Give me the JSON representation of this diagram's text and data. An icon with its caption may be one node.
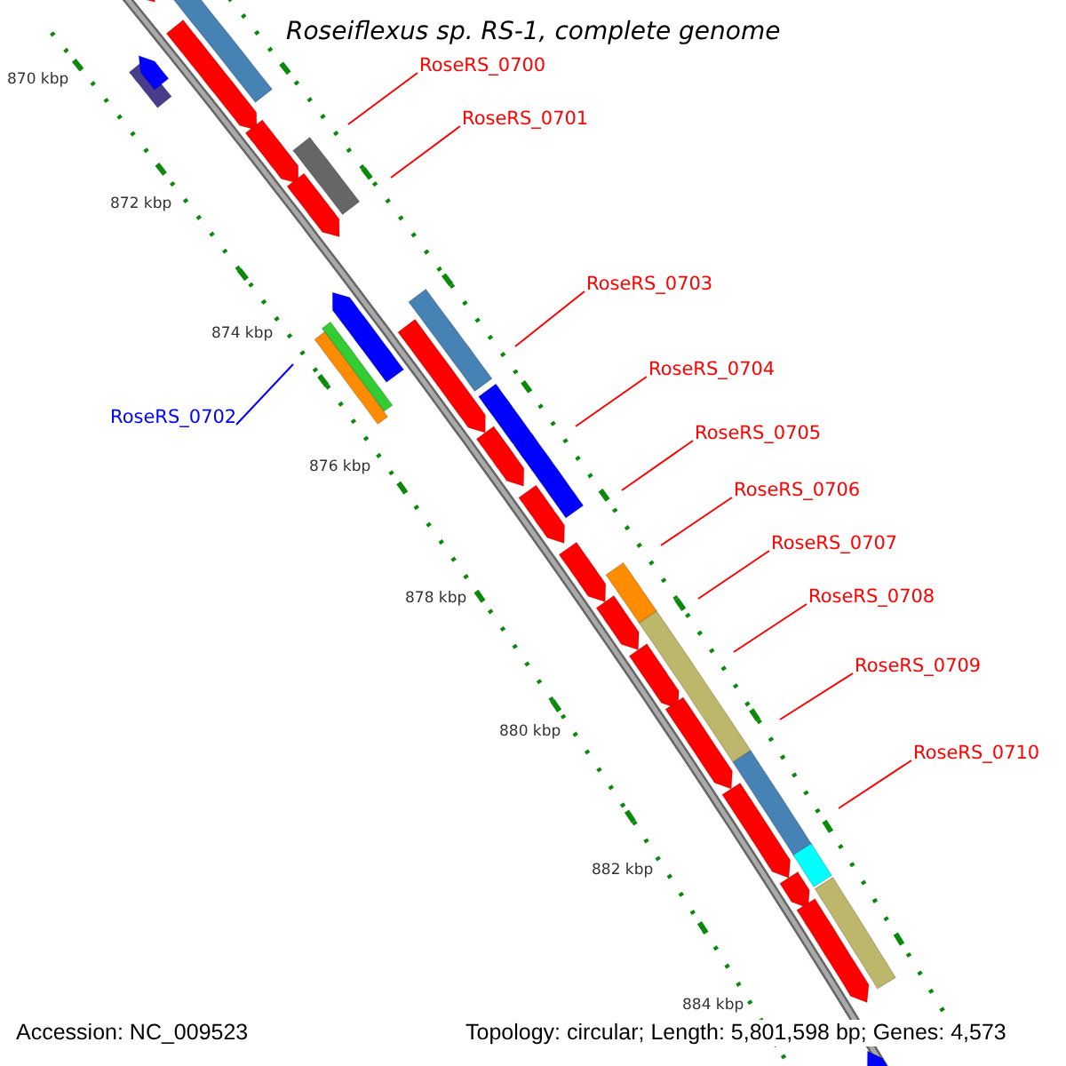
{
  "diagram": {
    "title": "Roseiflexus sp. RS-1, complete genome",
    "nodes": [
      {
        "text": [
          "RoseRS_0700"
        ]
      },
      {
        "text": [
          "RoseRS_0701"
        ]
      },
      {
        "text": [
          "RoseRS_0703"
        ]
      },
      {
        "text": [
          "RoseRS_0704"
        ]
      },
      {
        "text": [
          "RoseRS_0702"
        ]
      },
      {
        "text": [
          "RoseRS_0705"
        ]
      },
      {
        "text": [
          "RoseRS_0706"
        ]
      },
      {
        "text": [
          "RoseRS_0707"
        ]
      },
      {
        "text": [
          "RoseRS_0708"
        ]
      },
      {
        "text": [
          "RoseRS_0709"
        ]
      },
      {
        "text": [
          "RoseRS_0710"
        ]
      }
    ],
    "edges": [
      {
        "from": 0,
        "to": null,
        "arrow": "none"
      },
      {
        "from": 1,
        "to": null,
        "arrow": "none"
      },
      {
        "from": 2,
        "to": null,
        "arrow": "none"
      },
      {
        "from": 3,
        "to": null,
        "arrow": "none"
      },
      {
        "from": 4,
        "to": null,
        "arrow": "none",
        "color": "#0000ff"
      },
      {
        "from": 5,
        "to": null,
        "arrow": "none"
      },
      {
        "from": 6,
        "to": null,
        "arrow": "none"
      },
      {
        "from": 7,
        "to": null,
        "arrow": "none"
      },
      {
        "from": 8,
        "to": null,
        "arrow": "none"
      },
      {
        "from": 9,
        "to": null,
        "arrow": "none"
      },
      {
        "from": 10,
        "to": null,
        "arrow": "none"
      }
    ],
    "labels": [
      "870 kbp",
      "872 kbp",
      "874 kbp",
      "876 kbp",
      "878 kbp",
      "880 kbp",
      "882 kbp",
      "884 kbp",
      "Accession: NC_009523",
      "Topology: circular; Length: 5,801,598 bp; Genes: 4,573"
    ]
  }
}
